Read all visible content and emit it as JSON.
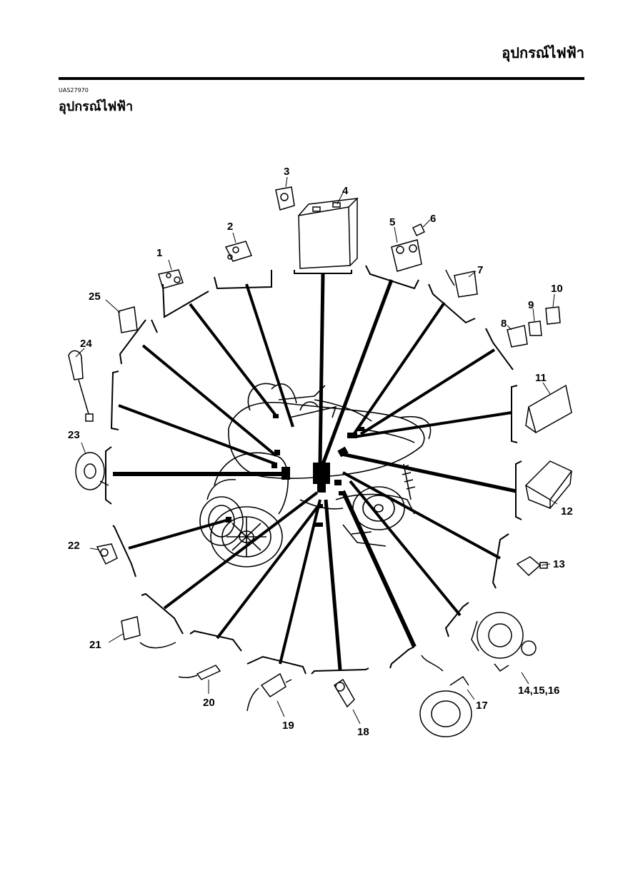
{
  "header": {
    "title": "อุปกรณ์ไฟฟ้า"
  },
  "section": {
    "code": "UAS27970",
    "title": "อุปกรณ์ไฟฟ้า"
  },
  "callouts": [
    "1",
    "2",
    "3",
    "4",
    "5",
    "6",
    "7",
    "8",
    "9",
    "10",
    "11",
    "12",
    "13",
    "14,15,16",
    "17",
    "18",
    "19",
    "20",
    "21",
    "22",
    "23",
    "24",
    "25"
  ],
  "colors": {
    "ink": "#000000",
    "paper": "#ffffff"
  }
}
